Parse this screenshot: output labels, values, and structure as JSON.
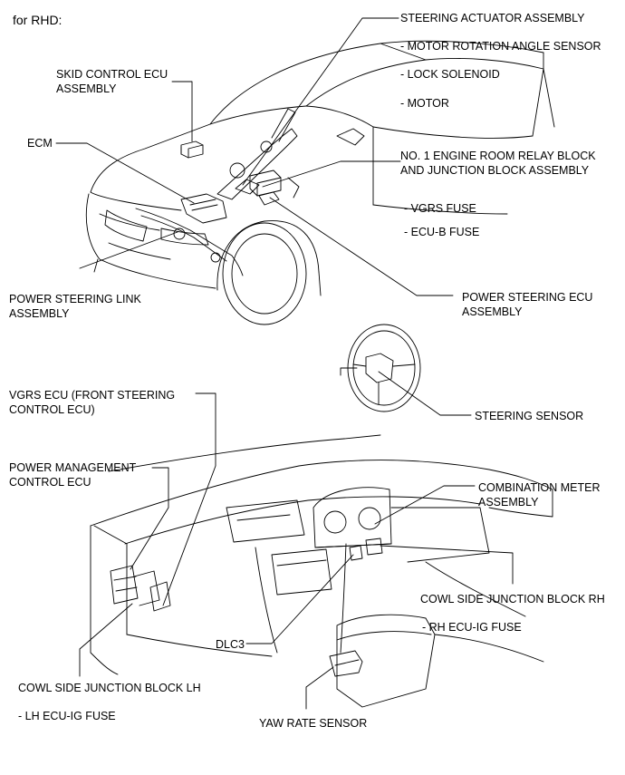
{
  "header": {
    "title": "for RHD:"
  },
  "labels": {
    "steering_actuator": "STEERING ACTUATOR ASSEMBLY",
    "motor_rotation_sensor": "- MOTOR ROTATION ANGLE SENSOR",
    "lock_solenoid": "- LOCK SOLENOID",
    "motor": "- MOTOR",
    "skid_control_ecu_1": "SKID CONTROL ECU",
    "skid_control_ecu_2": "ASSEMBLY",
    "ecm": "ECM",
    "relay_block_1": "NO. 1 ENGINE ROOM RELAY BLOCK",
    "relay_block_2": "AND JUNCTION BLOCK ASSEMBLY",
    "vgrs_fuse": "- VGRS FUSE",
    "ecu_b_fuse": "- ECU-B FUSE",
    "ps_link_1": "POWER STEERING LINK",
    "ps_link_2": "ASSEMBLY",
    "ps_ecu_1": "POWER STEERING ECU",
    "ps_ecu_2": "ASSEMBLY",
    "vgrs_ecu_1": "VGRS ECU (FRONT STEERING",
    "vgrs_ecu_2": "CONTROL ECU)",
    "steering_sensor": "STEERING SENSOR",
    "pm_ecu_1": "POWER MANAGEMENT",
    "pm_ecu_2": "CONTROL ECU",
    "combo_meter_1": "COMBINATION METER",
    "combo_meter_2": "ASSEMBLY",
    "cowl_rh": "COWL SIDE JUNCTION BLOCK RH",
    "rh_fuse": "- RH ECU-IG FUSE",
    "dlc3": "DLC3",
    "cowl_lh": "COWL SIDE JUNCTION BLOCK LH",
    "lh_fuse": "- LH ECU-IG FUSE",
    "yaw_rate": "YAW RATE SENSOR"
  }
}
